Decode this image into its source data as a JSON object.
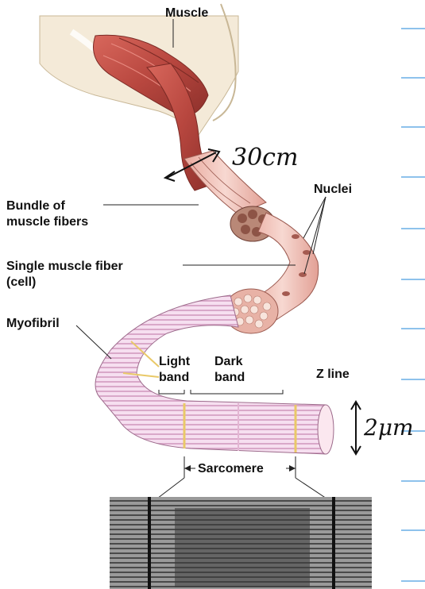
{
  "labels": {
    "muscle": "Muscle",
    "bundle_line1": "Bundle of",
    "bundle_line2": "muscle fibers",
    "single_fiber_line1": "Single muscle fiber",
    "single_fiber_line2": "(cell)",
    "myofibril": "Myofibril",
    "nuclei": "Nuclei",
    "light_band_line1": "Light",
    "light_band_line2": "band",
    "dark_band_line1": "Dark",
    "dark_band_line2": "band",
    "z_line": "Z line",
    "sarcomere": "Sarcomere"
  },
  "annotations": {
    "fiber_bundle_width": "30cm",
    "myofibril_diameter": "2μm"
  },
  "colors": {
    "muscle_red": "#b8473f",
    "fiber_pink": "#f1c3bb",
    "myofibril_stripe": "#c98fb2",
    "z_band_yellow": "#e9c968",
    "notebook_line": "#8ec2ec",
    "micrograph_dark": "#3a3a3a"
  }
}
